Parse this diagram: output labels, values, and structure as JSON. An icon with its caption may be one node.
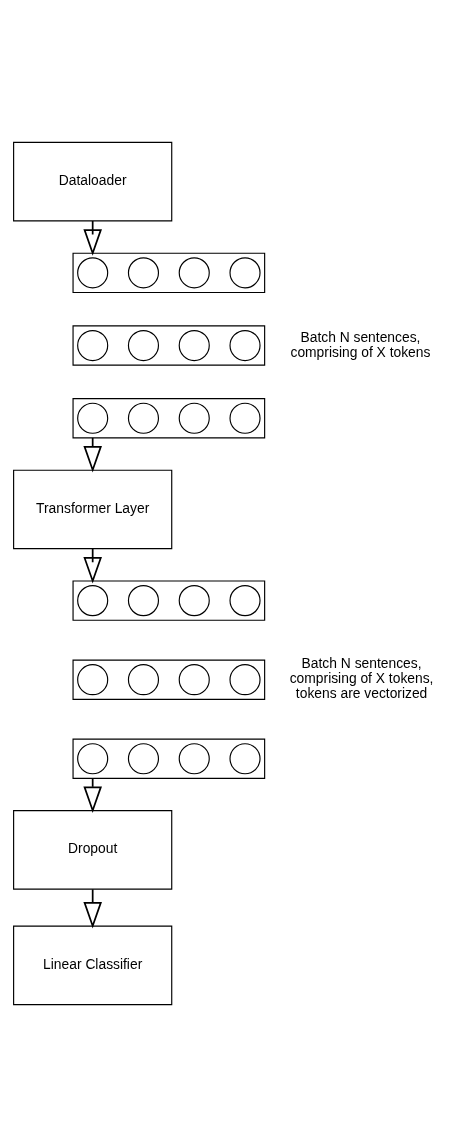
{
  "diagram": {
    "nodes": [
      {
        "text": [
          "Dataloader"
        ]
      },
      {
        "text": [],
        "shape": "box"
      },
      {
        "text": [],
        "shape": "circle",
        "in": 1
      },
      {
        "text": [],
        "shape": "circle",
        "in": 1
      },
      {
        "text": [],
        "shape": "circle",
        "in": 1
      },
      {
        "text": [],
        "shape": "circle",
        "in": 1
      },
      {
        "text": [],
        "shape": "box"
      },
      {
        "text": [],
        "shape": "circle",
        "in": 6
      },
      {
        "text": [],
        "shape": "circle",
        "in": 6
      },
      {
        "text": [],
        "shape": "circle",
        "in": 6
      },
      {
        "text": [],
        "shape": "circle",
        "in": 6
      },
      {
        "text": [],
        "shape": "box"
      },
      {
        "text": [],
        "shape": "circle",
        "in": 11
      },
      {
        "text": [],
        "shape": "circle",
        "in": 11
      },
      {
        "text": [],
        "shape": "circle",
        "in": 11
      },
      {
        "text": [],
        "shape": "circle",
        "in": 11
      },
      {
        "text": [
          "Transformer Layer"
        ]
      },
      {
        "text": [],
        "shape": "box"
      },
      {
        "text": [],
        "shape": "circle",
        "in": 17
      },
      {
        "text": [],
        "shape": "circle",
        "in": 17
      },
      {
        "text": [],
        "shape": "circle",
        "in": 17
      },
      {
        "text": [],
        "shape": "circle",
        "in": 17
      },
      {
        "text": [],
        "shape": "box"
      },
      {
        "text": [],
        "shape": "circle",
        "in": 22
      },
      {
        "text": [],
        "shape": "circle",
        "in": 22
      },
      {
        "text": [],
        "shape": "circle",
        "in": 22
      },
      {
        "text": [],
        "shape": "circle",
        "in": 22
      },
      {
        "text": [],
        "shape": "box"
      },
      {
        "text": [],
        "shape": "circle",
        "in": 27
      },
      {
        "text": [],
        "shape": "circle",
        "in": 27
      },
      {
        "text": [],
        "shape": "circle",
        "in": 27
      },
      {
        "text": [],
        "shape": "circle",
        "in": 27
      },
      {
        "text": [
          "Dropout"
        ]
      },
      {
        "text": [
          "Linear Classifier"
        ]
      }
    ],
    "edges": [
      {
        "from": 0,
        "to": 1,
        "arrow": "to"
      },
      {
        "from": 11,
        "to": 16,
        "arrow": "to"
      },
      {
        "from": 16,
        "to": 17,
        "arrow": "to"
      },
      {
        "from": 27,
        "to": 32,
        "arrow": "to"
      },
      {
        "from": 32,
        "to": 33,
        "arrow": "to"
      }
    ],
    "labels": [
      "Batch N sentences, comprising of X tokens",
      "Batch N sentences, comprising of X tokens, tokens are vectorized"
    ]
  }
}
